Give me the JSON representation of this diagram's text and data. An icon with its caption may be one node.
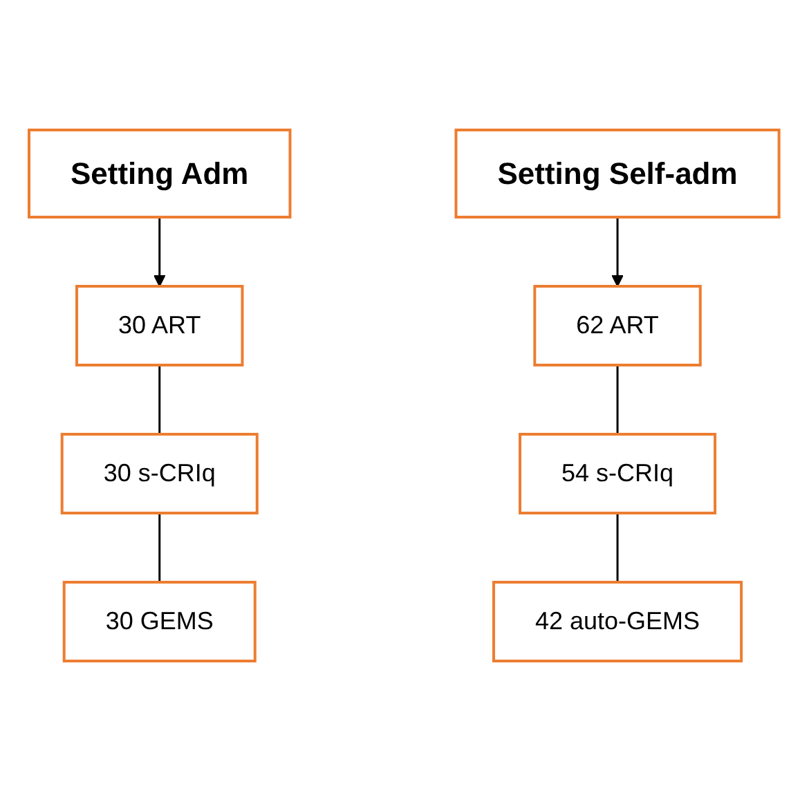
{
  "diagram": {
    "nodes": [
      {
        "text": [
          "Setting Adm"
        ]
      },
      {
        "text": [
          "30 ART"
        ]
      },
      {
        "text": [
          "30 s-CRIq"
        ]
      },
      {
        "text": [
          "30 GEMS"
        ]
      },
      {
        "text": [
          "Setting Self-adm"
        ]
      },
      {
        "text": [
          "62 ART"
        ]
      },
      {
        "text": [
          "54 s-CRIq"
        ]
      },
      {
        "text": [
          "42 auto-GEMS"
        ]
      }
    ],
    "edges": [
      {
        "from": 0,
        "to": 1,
        "arrow": "to"
      },
      {
        "from": 1,
        "to": 2,
        "arrow": "none"
      },
      {
        "from": 2,
        "to": 3,
        "arrow": "none"
      },
      {
        "from": 4,
        "to": 5,
        "arrow": "to"
      },
      {
        "from": 5,
        "to": 6,
        "arrow": "none"
      },
      {
        "from": 6,
        "to": 7,
        "arrow": "none"
      }
    ]
  }
}
